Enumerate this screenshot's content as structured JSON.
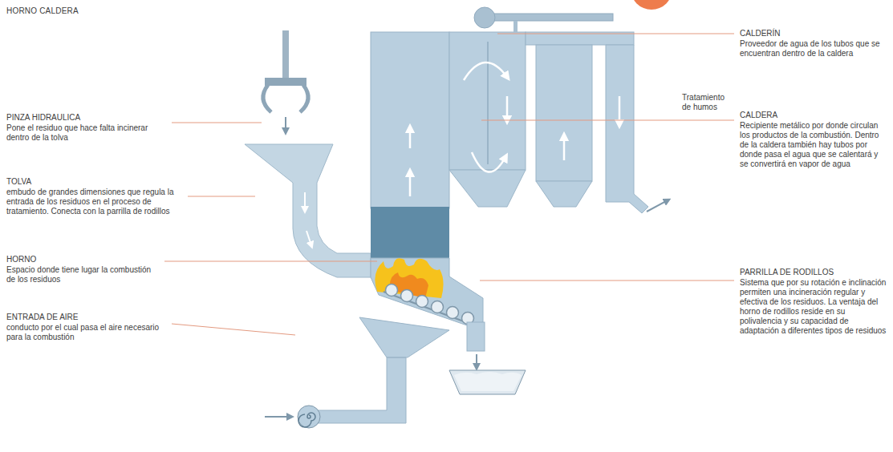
{
  "diagram": {
    "title": "HORNO CALDERA",
    "labels": [
      "PINZA HIDRAULICA",
      "Pone el residuo que hace falta incinerar dentro de la tolva",
      "TOLVA",
      "embudo de grandes dimensiones que regula la entrada de los residuos en el proceso de tratamiento. Conecta con la parrilla de rodillos",
      "HORNO",
      "Espacio donde tiene lugar la combustión de los residuos",
      "ENTRADA DE AIRE",
      "conducto por el cual pasa el aire necesario para la combustión",
      "CALDERÍN",
      "Proveedor de agua de los tubos que se encuentran dentro de la caldera",
      "CALDERA",
      "Recipiente metálico por donde circulan los productos de la combustión. Dentro de la caldera también hay tubos por donde pasa el agua que se calentará y se convertirá en vapor de agua",
      "Tratamiento de humos",
      "PARRILLA DE RODILLOS",
      "Sistema que por su rotación e inclinación permiten una incineración regular y efectiva de los residuos. La ventaja del horno de rodillos reside en su polivalencia y su capacidad de adaptación a diferentes tipos de residuos"
    ]
  }
}
